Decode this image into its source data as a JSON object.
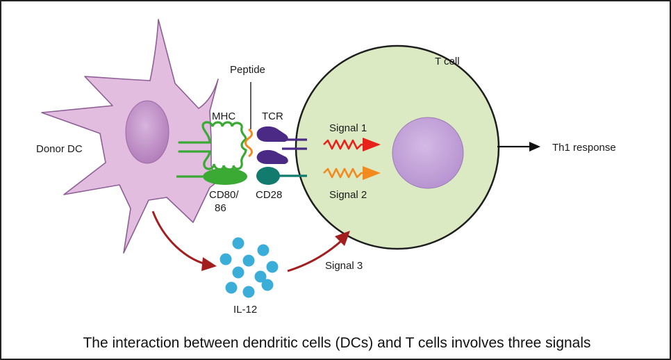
{
  "labels": {
    "donor_dc": "Donor DC",
    "peptide": "Peptide",
    "mhc": "MHC",
    "tcr": "TCR",
    "cd80_line1": "CD80/",
    "cd80_line2": "86",
    "cd28": "CD28",
    "t_cell": "T cell",
    "signal_1": "Signal 1",
    "signal_2": "Signal 2",
    "signal_3": "Signal 3",
    "il12": "IL-12",
    "th1_response": "Th1 response"
  },
  "caption": "The interaction between dendritic cells (DCs) and T cells involves three signals",
  "colors": {
    "dc_body": "#dfb6dc",
    "dc_nucleus": "#bf82c4",
    "t_cell_body": "#dcebc4",
    "t_cell_nucleus": "#c2a2d8",
    "mhc": "#3aaa35",
    "peptide": "#f08a1c",
    "tcr": "#4a2a84",
    "cd28": "#137a6e",
    "signal_1": "#e8221a",
    "signal_2": "#f28a1d",
    "signal_3_arrows": "#a31e1e",
    "il12_dots": "#3aaed8"
  }
}
